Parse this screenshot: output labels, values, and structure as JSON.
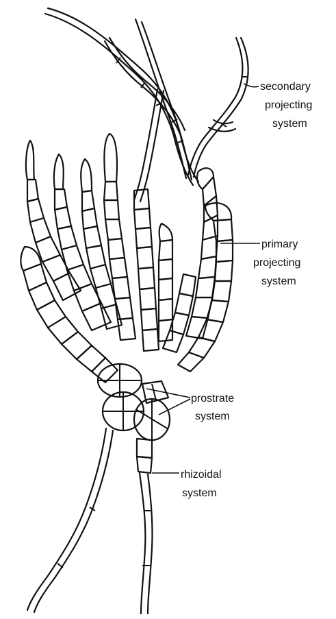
{
  "labels": {
    "secondary": [
      "secondary",
      "projecting",
      "system"
    ],
    "primary": [
      "primary",
      "projecting",
      "system"
    ],
    "prostrate": [
      "prostrate",
      "system"
    ],
    "rhizoidal": [
      "rhizoidal",
      "system"
    ]
  }
}
